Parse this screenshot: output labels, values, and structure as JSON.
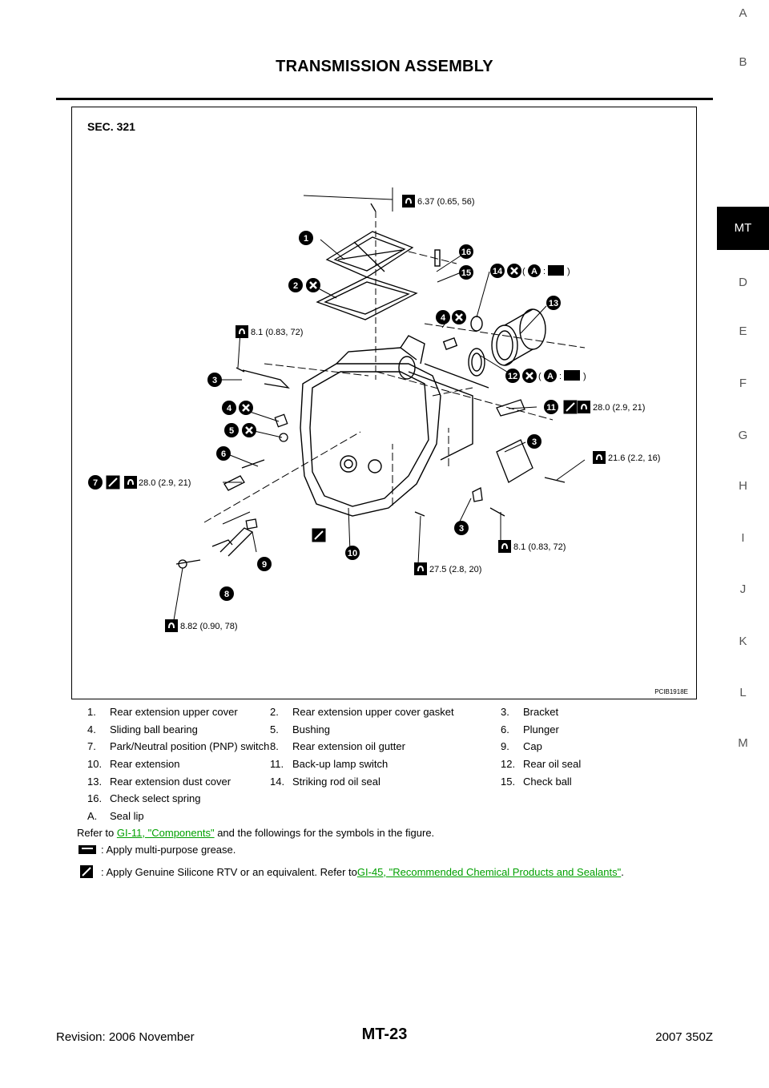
{
  "header": {
    "title": "TRANSMISSION ASSEMBLY"
  },
  "tabs": [
    "A",
    "B",
    "MT",
    "D",
    "E",
    "F",
    "G",
    "H",
    "I",
    "J",
    "K",
    "L",
    "M"
  ],
  "active_tab": "MT",
  "figure": {
    "section": "SEC. 321",
    "code": "PCIB1918E",
    "torques": {
      "t1": "6.37 (0.65, 56)",
      "t2": "8.1 (0.83, 72)",
      "t3": "28.0 (2.9, 21)",
      "t4": "21.6 (2.2, 16)",
      "t5": "28.0 (2.9, 21)",
      "t6": "8.1 (0.83, 72)",
      "t7": "27.5 (2.8, 20)",
      "t8": "8.82 (0.90, 78)"
    },
    "callouts": [
      "1",
      "2",
      "3",
      "4",
      "5",
      "6",
      "7",
      "8",
      "9",
      "10",
      "11",
      "12",
      "13",
      "14",
      "15",
      "16",
      "3",
      "3",
      "4"
    ],
    "seal_label": "A"
  },
  "legend": [
    [
      {
        "num": "1.",
        "text": "Rear extension upper cover"
      },
      {
        "num": "2.",
        "text": "Rear extension upper cover gasket"
      },
      {
        "num": "3.",
        "text": "Bracket"
      }
    ],
    [
      {
        "num": "4.",
        "text": "Sliding ball bearing"
      },
      {
        "num": "5.",
        "text": "Bushing"
      },
      {
        "num": "6.",
        "text": "Plunger"
      }
    ],
    [
      {
        "num": "7.",
        "text": "Park/Neutral position (PNP) switch"
      },
      {
        "num": "8.",
        "text": "Rear extension oil gutter"
      },
      {
        "num": "9.",
        "text": "Cap"
      }
    ],
    [
      {
        "num": "10.",
        "text": "Rear extension"
      },
      {
        "num": "11.",
        "text": "Back-up lamp switch"
      },
      {
        "num": "12.",
        "text": "Rear oil seal"
      }
    ],
    [
      {
        "num": "13.",
        "text": "Rear extension dust cover"
      },
      {
        "num": "14.",
        "text": "Striking rod oil seal"
      },
      {
        "num": "15.",
        "text": "Check ball"
      }
    ],
    [
      {
        "num": "16.",
        "text": "Check select spring"
      }
    ],
    [
      {
        "num": "A.",
        "text": "Seal lip"
      }
    ]
  ],
  "reference": {
    "prefix": "Refer to ",
    "link": "GI-11, \"Components\"",
    "suffix": " and the followings for the symbols in the figure."
  },
  "symbols": {
    "grease": ": Apply multi-purpose grease.",
    "rtv_prefix": ": Apply Genuine Silicone RTV or an equivalent. Refer to ",
    "rtv_link": "GI-45, \"Recommended Chemical Products and Sealants\"",
    "rtv_suffix": " ."
  },
  "footer": {
    "revision": "Revision: 2006 November",
    "page": "MT-23",
    "model": "2007 350Z"
  }
}
